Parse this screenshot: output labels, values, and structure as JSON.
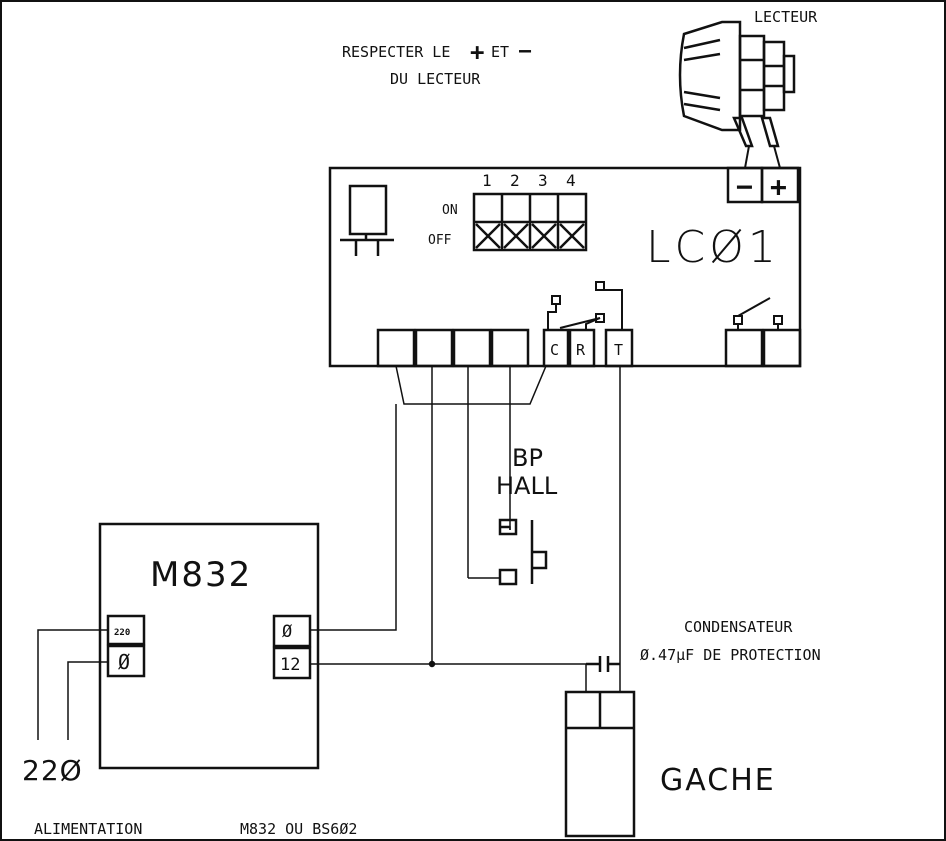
{
  "colors": {
    "ink": "#111111",
    "paper": "#ffffff"
  },
  "reader": {
    "title": "LECTEUR",
    "note_line1_prefix": "RESPECTER LE",
    "note_plus": "+",
    "note_et": "ET",
    "note_minus": "—",
    "note_line2": "DU LECTEUR",
    "terminal_minus": "−",
    "terminal_plus": "+"
  },
  "lc01": {
    "name": "LCØ1",
    "dip_numbers": [
      "1",
      "2",
      "3",
      "4"
    ],
    "on_label": "ON",
    "off_label": "OFF",
    "relay_terminals": [
      "C",
      "R",
      "T"
    ]
  },
  "push_button": {
    "line1": "BP",
    "line2": "HALL"
  },
  "m832": {
    "name": "M832",
    "left_terminals": [
      "220",
      "Ø"
    ],
    "right_terminals": [
      "Ø",
      "12"
    ]
  },
  "mains_label": "22Ø",
  "capacitor": {
    "line1": "CONDENSATEUR",
    "line2": "Ø.47µF DE PROTECTION"
  },
  "strike_label": "GACHE",
  "footer": {
    "left": "ALIMENTATION",
    "right": "M832 OU BS6Ø2"
  }
}
